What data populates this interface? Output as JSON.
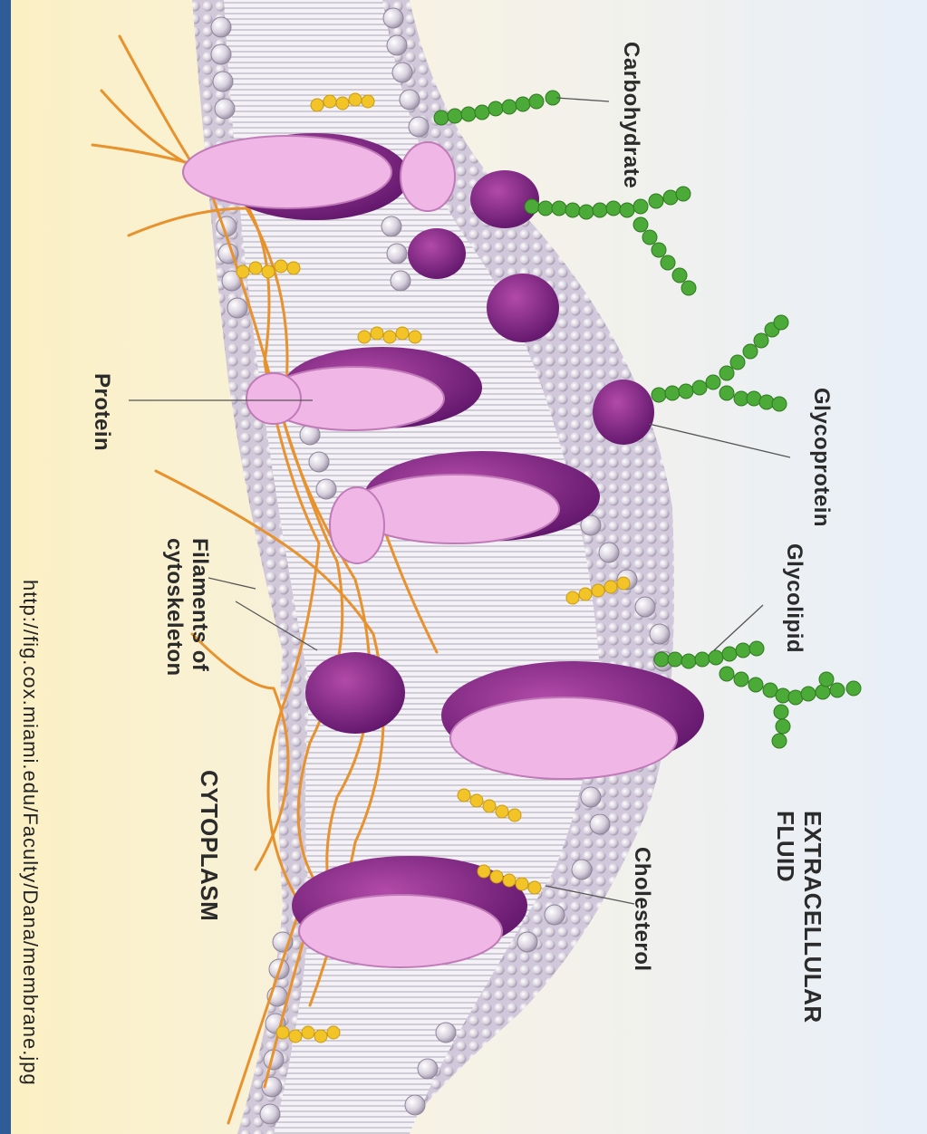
{
  "labels": {
    "carbohydrate": "Carbohydrate",
    "glycoprotein": "Glycoprotein",
    "glycolipid": "Glycolipid",
    "extracellular_line1": "EXTRACELLULAR",
    "extracellular_line2": "FLUID",
    "cholesterol": "Cholesterol",
    "protein": "Protein",
    "filaments_line1": "Filaments of",
    "filaments_line2": "cytoskeleton",
    "cytoplasm": "CYTOPLASM",
    "source_url": "http://fig.cox.miami.edu/Faculty/Dana/membrane.jpg"
  },
  "colors": {
    "slide_background": "#3f6ea8",
    "extracellular_side": "#eaf1fb",
    "cytoplasm_side": "#fbf0c4",
    "phospholipid_head": "#cfc8d6",
    "protein_light": "#f0b6e6",
    "protein_dark": "#7a1d82",
    "carbohydrate_chain": "#4caa38",
    "cholesterol": "#f2c428",
    "cytoskeleton_filament": "#e8922e"
  }
}
